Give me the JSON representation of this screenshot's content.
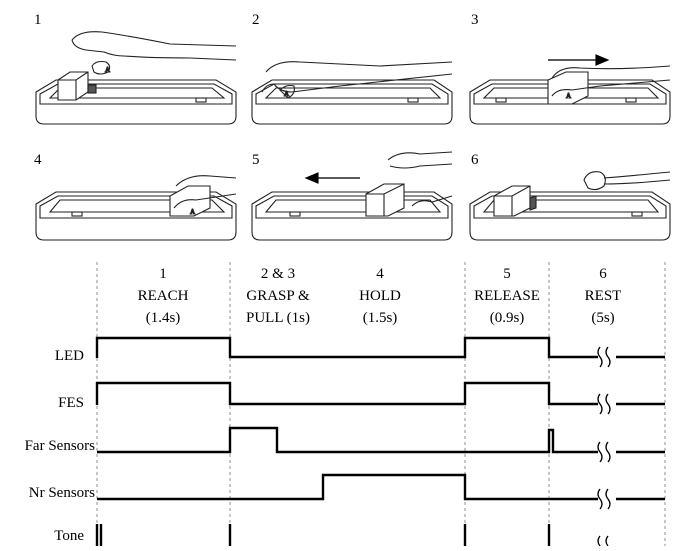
{
  "panels": [
    {
      "number": "1"
    },
    {
      "number": "2"
    },
    {
      "number": "3"
    },
    {
      "number": "4"
    },
    {
      "number": "5"
    },
    {
      "number": "6"
    }
  ],
  "phases": [
    {
      "number": "1",
      "name": "REACH",
      "duration": "(1.4s)"
    },
    {
      "number": "2 & 3",
      "name": "GRASP &",
      "duration": "PULL (1s)"
    },
    {
      "number": "4",
      "name": "HOLD",
      "duration": "(1.5s)"
    },
    {
      "number": "5",
      "name": "RELEASE",
      "duration": "(0.9s)"
    },
    {
      "number": "6",
      "name": "REST",
      "duration": "(5s)"
    }
  ],
  "signals": [
    {
      "label": "LED"
    },
    {
      "label": "FES"
    },
    {
      "label": "Far Sensors"
    },
    {
      "label": "Nr Sensors"
    },
    {
      "label": "Tone"
    }
  ]
}
